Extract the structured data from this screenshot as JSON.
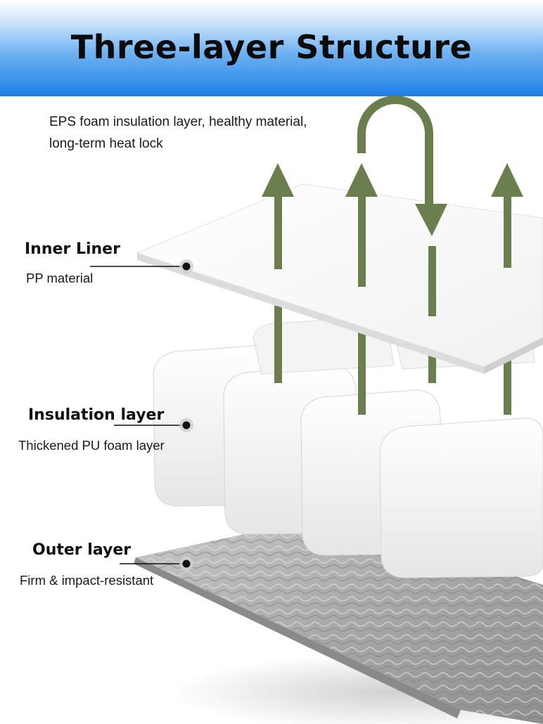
{
  "title": "Three-layer Structure",
  "description": {
    "line1": "EPS foam insulation layer, healthy material,",
    "line2": "long-term heat lock"
  },
  "layers": [
    {
      "name": "Inner Liner",
      "detail": "PP material"
    },
    {
      "name": "Insulation layer",
      "detail": "Thickened PU foam layer"
    },
    {
      "name": "Outer layer",
      "detail": "Firm & impact-resistant"
    }
  ],
  "colors": {
    "banner_top": "#ffffff",
    "banner_bottom": "#1f7fe6",
    "arrow": "#6b7f4e",
    "title": "#0b0b0b"
  }
}
